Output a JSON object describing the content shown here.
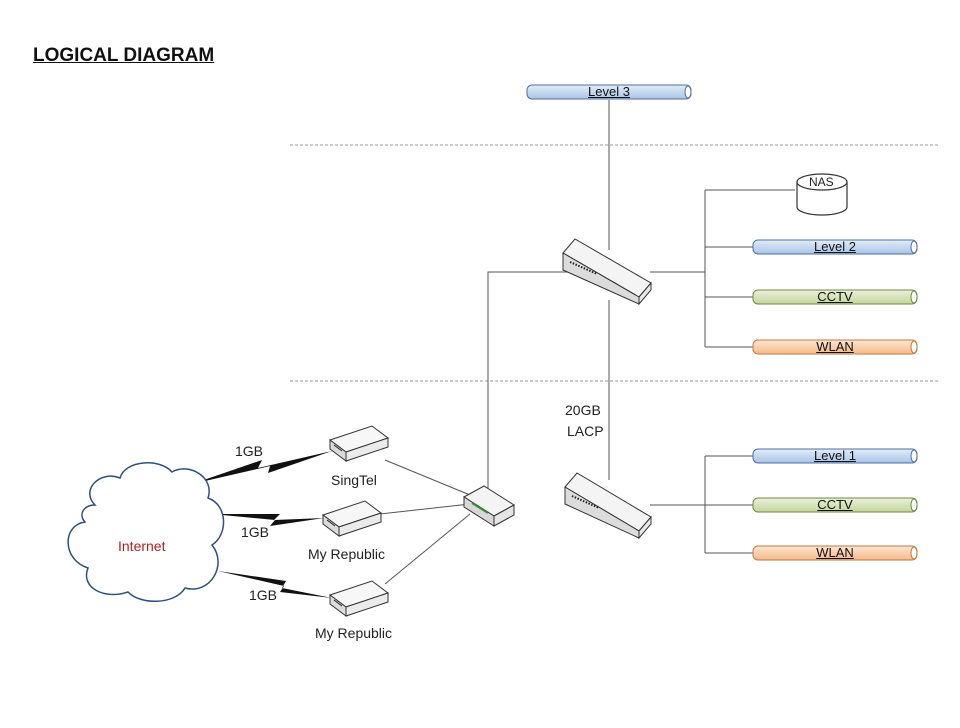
{
  "title": "LOGICAL DIAGRAM",
  "internet": {
    "label": "Internet"
  },
  "links": {
    "wan1": "1GB",
    "wan2": "1GB",
    "wan3": "1GB",
    "lacp_speed": "20GB",
    "lacp_type": "LACP"
  },
  "modems": [
    {
      "label": "SingTel"
    },
    {
      "label": "My Republic"
    },
    {
      "label": "My Republic"
    }
  ],
  "segments": {
    "level3": "Level 3",
    "nas": "NAS",
    "upper": [
      {
        "label": "Level 2"
      },
      {
        "label": "CCTV"
      },
      {
        "label": "WLAN"
      }
    ],
    "lower": [
      {
        "label": "Level 1"
      },
      {
        "label": "CCTV"
      },
      {
        "label": "WLAN"
      }
    ]
  },
  "colors": {
    "blue_fill": "#c6d9f1",
    "blue_stroke": "#4f6fa0",
    "green_fill": "#d7e4bd",
    "green_stroke": "#6f8a3f",
    "orange_fill": "#fbd5b5",
    "orange_stroke": "#c07a3f",
    "internet_text": "#b02020",
    "lightning": "#111111"
  }
}
